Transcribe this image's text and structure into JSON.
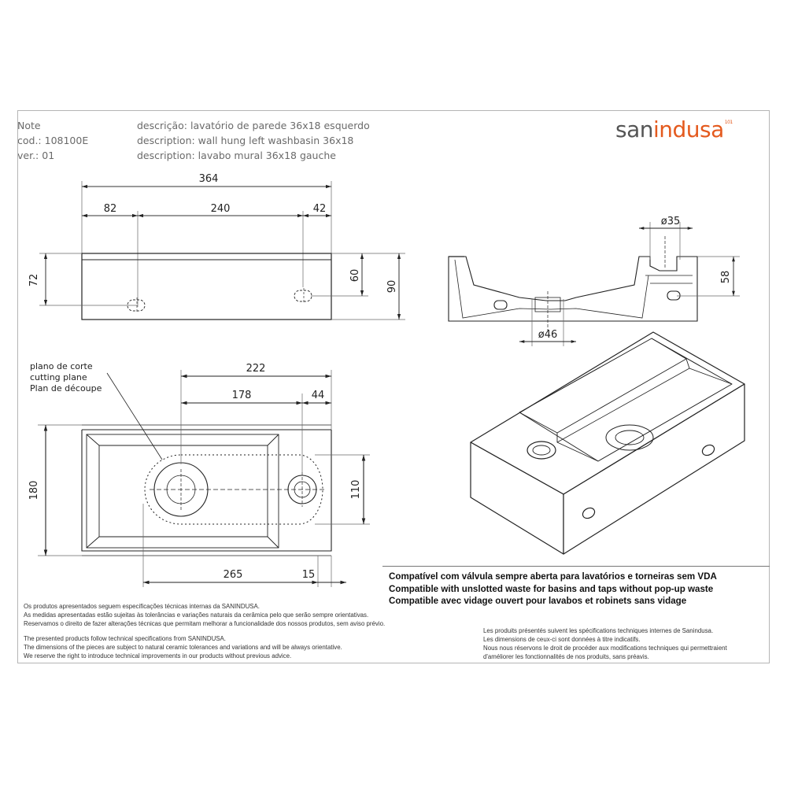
{
  "header": {
    "name": "Note",
    "code": "cod.: 108100E",
    "version": "ver.: 01",
    "desc_pt": "descrição: lavatório de parede 36x18 esquerdo",
    "desc_en": "description: wall hung left washbasin 36x18",
    "desc_fr": "description: lavabo mural 36x18 gauche"
  },
  "logo": {
    "part1": "san",
    "part2": "indusa",
    "mark": "101",
    "accent_color": "#e45a1e"
  },
  "front_view": {
    "dim_total": "364",
    "dim_left": "82",
    "dim_mid": "240",
    "dim_right": "42",
    "dim_height_left": "72",
    "dim_height_mid": "60",
    "dim_height_right": "90"
  },
  "section_view": {
    "dim_tap_hole": "ø35",
    "dim_height": "58",
    "dim_waste": "ø46"
  },
  "top_view": {
    "cut_label_pt": "plano de corte",
    "cut_label_en": "cutting plane",
    "cut_label_fr": "Plan de découpe",
    "dim_222": "222",
    "dim_178": "178",
    "dim_44": "44",
    "dim_180": "180",
    "dim_110": "110",
    "dim_265": "265",
    "dim_15": "15"
  },
  "compat": {
    "line_pt": "Compatível com válvula sempre aberta para lavatórios e torneiras sem VDA",
    "line_en": "Compatible with unslotted waste for basins and taps without pop-up waste",
    "line_fr": "Compatible avec vidage ouvert pour lavabos et robinets sans vidage"
  },
  "notes_left": [
    "Os produtos apresentados seguem especificações técnicas internas da SANINDUSA.",
    "As medidas apresentadas estão sujeitas às tolerâncias e variações naturais da cerâmica pelo que serão sempre orientativas.",
    "Reservamos o direito de fazer alterações técnicas que permitam melhorar a funcionalidade dos nossos produtos, sem aviso prévio.",
    "",
    "The presented products follow technical specifications from SANINDUSA.",
    "The dimensions of the pieces are subject to natural ceramic tolerances and variations and will be always orientative.",
    "We reserve the right to introduce technical improvements in our products without previous advice."
  ],
  "notes_right": [
    "Les produits présentés suivent les spécifications techniques internes de Sanindusa.",
    "Les dimensions de ceux-ci sont données à titre indicatifs.",
    "Nous nous réservons le droit de procéder aux modifications techniques qui permettraient",
    "d'améliorer les fonctionnalités de nos produits, sans préavis."
  ]
}
